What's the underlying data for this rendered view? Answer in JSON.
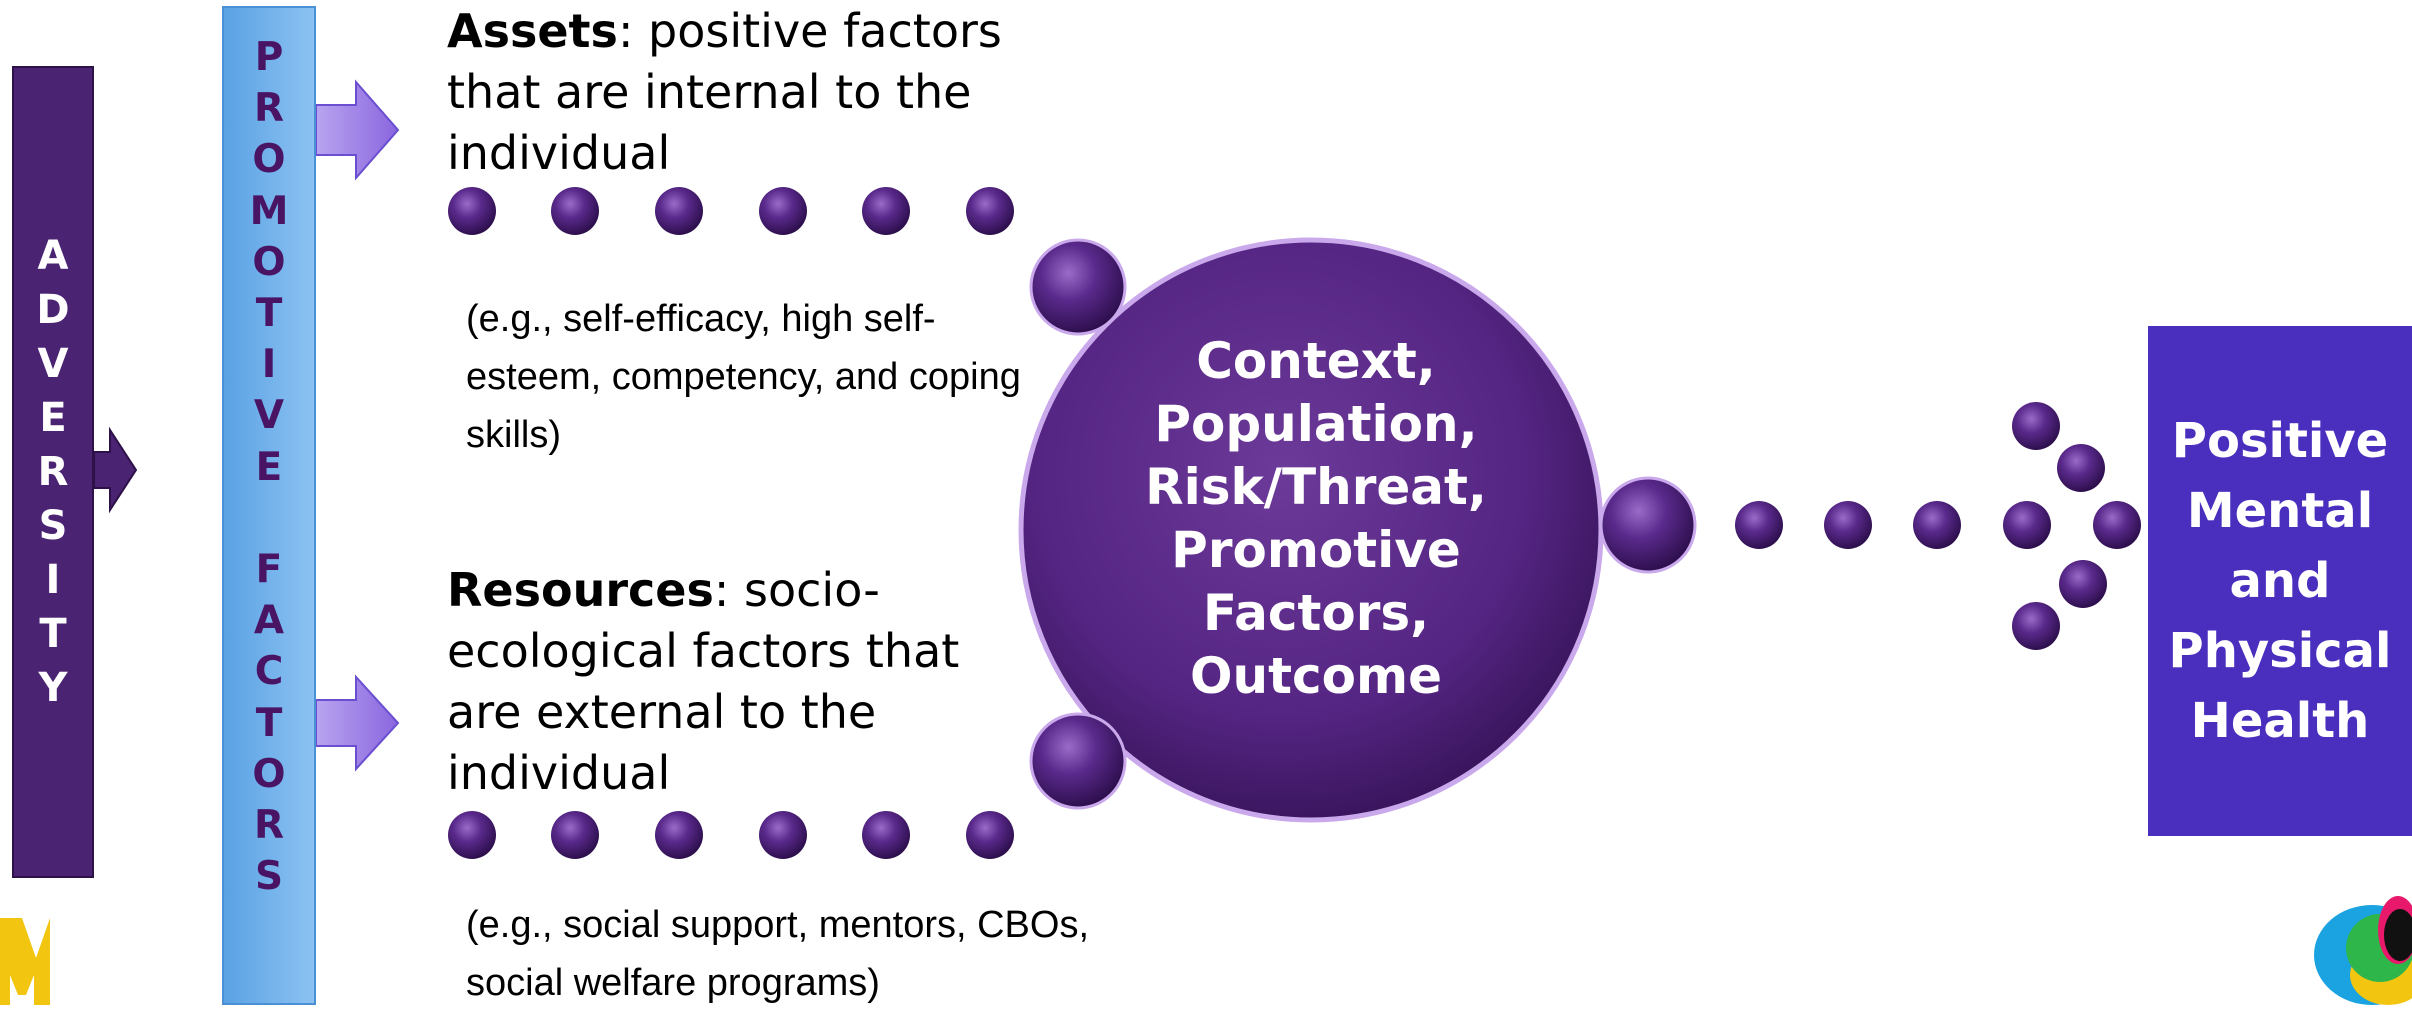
{
  "colors": {
    "adversity_bar": "#4a2373",
    "promotive_bar": "#6eb1ec",
    "dots": "#4e1f7a",
    "arrows": "#9b7fe0",
    "center_circle": "#5a2a86",
    "outcome_box": "#4a2fbf",
    "text": "#000000",
    "label_text": "#ffffff"
  },
  "adversity": {
    "letters": [
      "A",
      "D",
      "V",
      "E",
      "R",
      "S",
      "I",
      "T",
      "Y"
    ]
  },
  "promotive": {
    "letters": [
      "P",
      "R",
      "O",
      "M",
      "O",
      "T",
      "I",
      "V",
      "E",
      " ",
      "F",
      "A",
      "C",
      "T",
      "O",
      "R",
      "S"
    ]
  },
  "assets": {
    "title": "Assets",
    "rest": ":  positive factors that are internal to the individual",
    "example": "(e.g., self-efficacy, high self-esteem, competency, and coping skills)"
  },
  "resources": {
    "title": "Resources",
    "rest": ": socio-ecological factors that are external to the individual",
    "example": "(e.g., social support, mentors, CBOs, social welfare programs)"
  },
  "center": {
    "label": "Context, Population, Risk/Threat, Promotive Factors, Outcome"
  },
  "outcome": {
    "label": "Positive Mental and Physical Health"
  },
  "icons": {
    "arrow_to_assets": "right-arrow-icon",
    "arrow_to_resources": "right-arrow-icon",
    "adversity_arrow": "right-arrow-icon",
    "corner_logo": "multicolor-blob-logo",
    "corner_mark": "yellow-m-logo"
  }
}
